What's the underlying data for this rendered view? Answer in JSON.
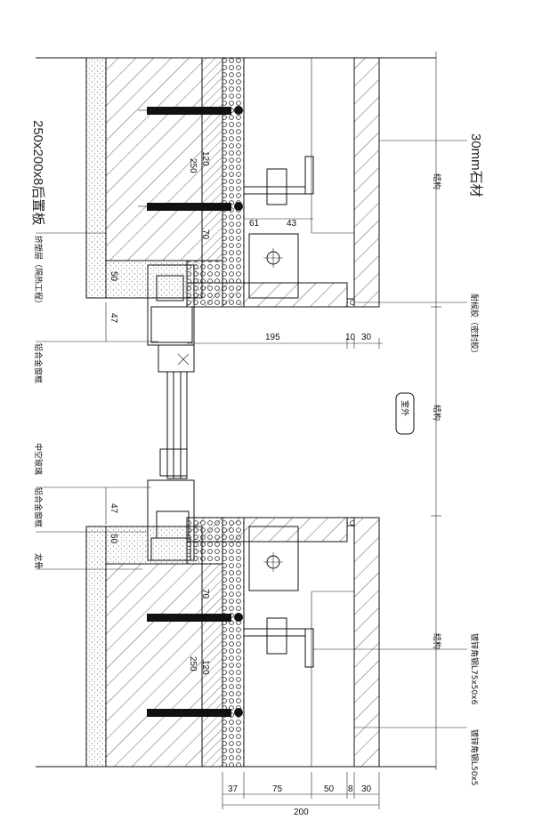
{
  "labels": {
    "plate_top": "250x200x8后置板",
    "insulation": "挤塑层（隔热工程）",
    "aluminum_frame_1": "铝合金窗框",
    "insulating_glass": "中空玻璃",
    "aluminum_frame_2": "铝合金窗框",
    "keel": "龙骨",
    "stone": "30mm石材",
    "sealant": "耐候胶（密封胶）",
    "angle_steel": "镀锌角钢L75x50x6",
    "channel_steel": "镀锌角钢L50x5",
    "outdoor": "室外",
    "mark_upper": "结构",
    "mark_mid": "结构",
    "mark_lower": "结构"
  },
  "dimensions": {
    "top_61": "61",
    "top_43": "43",
    "top_250": "250",
    "top_120": "120",
    "top_70": "70",
    "top_50": "50",
    "top_47": "47",
    "mid_195": "195",
    "mid_10": "10",
    "mid_30": "30",
    "bot_47": "47",
    "bot_50": "50",
    "bot_250": "250",
    "bot_120": "120",
    "bot_70": "70",
    "b_37": "37",
    "b_75": "75",
    "b_50": "50",
    "b_8": "8",
    "b_30": "30",
    "b_200": "200"
  }
}
